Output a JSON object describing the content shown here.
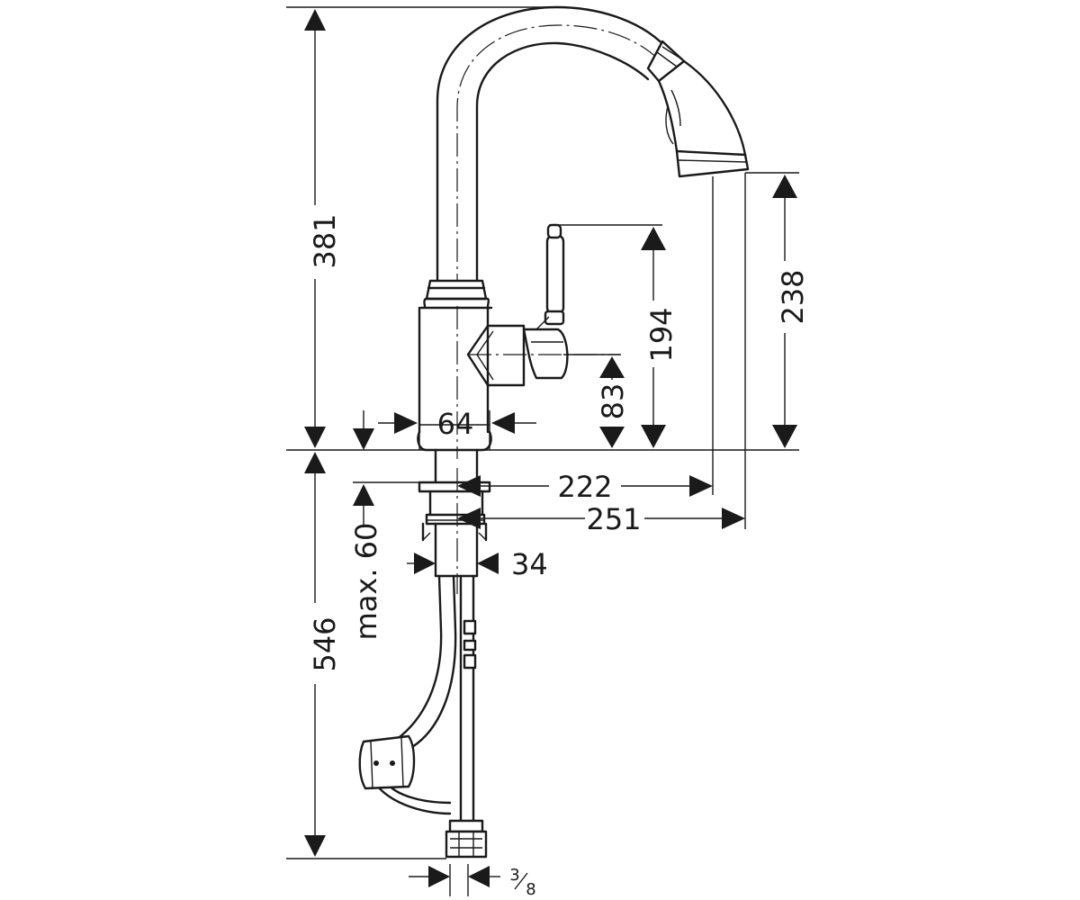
{
  "dimensions": {
    "total_height": "381",
    "body_width": "64",
    "lever_height": "194",
    "outlet_height": "238",
    "lever_axis_height": "83",
    "reach_inner": "222",
    "reach_outer": "251",
    "thread_diameter": "34",
    "mount_thickness": "max. 60",
    "below_deck_length": "546",
    "connection_main": "3",
    "connection_sub": "8"
  },
  "icons": [
    "faucet-spout",
    "lever-handle",
    "spray-head",
    "hose-weight",
    "shank",
    "connection-nut"
  ]
}
